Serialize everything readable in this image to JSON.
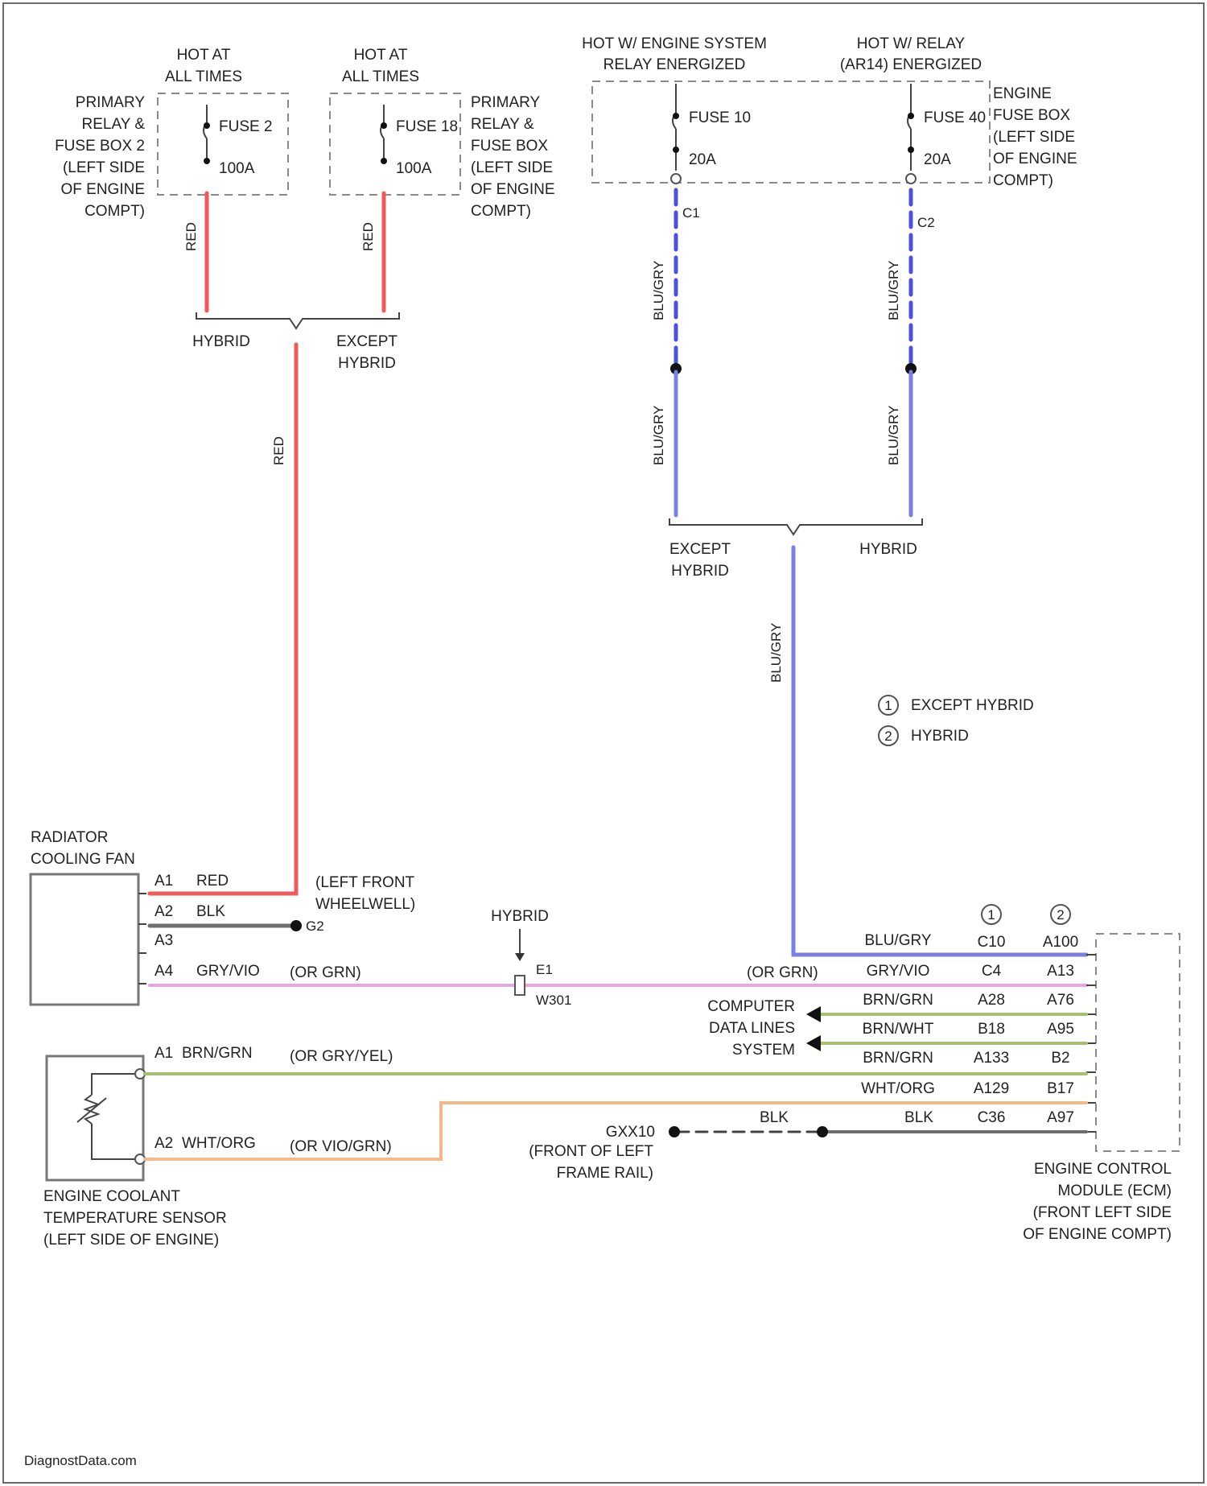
{
  "colors": {
    "red_wire": "#f05a5a",
    "blue_wire": "#7a80e6",
    "gray_wire": "#6e6e6e",
    "pink_wire": "#e6a6e0",
    "green_wire": "#a6c070",
    "orange_wire": "#f2b98c",
    "black_wire": "#444444"
  },
  "fuse_box_left": {
    "hot_label_1": "HOT AT",
    "hot_label_2": "ALL TIMES",
    "fuse_name": "FUSE 2",
    "fuse_rating": "100A",
    "box_lines": [
      "PRIMARY",
      "RELAY &",
      "FUSE BOX 2",
      "(LEFT SIDE",
      "OF ENGINE",
      "COMPT)"
    ],
    "wire_color": "RED"
  },
  "fuse_box_mid": {
    "hot_label_1": "HOT AT",
    "hot_label_2": "ALL TIMES",
    "fuse_name": "FUSE 18",
    "fuse_rating": "100A",
    "box_lines": [
      "PRIMARY",
      "RELAY &",
      "FUSE BOX",
      "(LEFT SIDE",
      "OF ENGINE",
      "COMPT)"
    ],
    "wire_color": "RED"
  },
  "red_branch": {
    "left_label": "HYBRID",
    "right_label_1": "EXCEPT",
    "right_label_2": "HYBRID",
    "trunk_color": "RED"
  },
  "engine_fuse_box": {
    "hot_a_1": "HOT W/ ENGINE SYSTEM",
    "hot_a_2": "RELAY ENERGIZED",
    "hot_b_1": "HOT W/ RELAY",
    "hot_b_2": "(AR14) ENERGIZED",
    "fuse_a_name": "FUSE 10",
    "fuse_a_rating": "20A",
    "fuse_b_name": "FUSE 40",
    "fuse_b_rating": "20A",
    "box_lines": [
      "ENGINE",
      "FUSE BOX",
      "(LEFT SIDE",
      "OF ENGINE",
      "COMPT)"
    ],
    "connector_a": "C1",
    "connector_b": "C2",
    "wire_color": "BLU/GRY"
  },
  "blue_branch": {
    "left_label_1": "EXCEPT",
    "left_label_2": "HYBRID",
    "right_label": "HYBRID",
    "trunk_color": "BLU/GRY"
  },
  "legend": [
    {
      "mark": "1",
      "label": "EXCEPT HYBRID"
    },
    {
      "mark": "2",
      "label": "HYBRID"
    }
  ],
  "fan": {
    "title_1": "RADIATOR",
    "title_2": "COOLING FAN",
    "pins": [
      "A1",
      "A2",
      "A3",
      "A4"
    ],
    "wire_a1": "RED",
    "wire_a2": "BLK",
    "wire_a4": "GRY/VIO",
    "ground_1": "(LEFT FRONT",
    "ground_2": "WHEELWELL)",
    "ground_id": "G2",
    "alt_color_a4": "(OR GRN)"
  },
  "splice": {
    "hybrid_label": "HYBRID",
    "pin": "E1",
    "connector": "W301",
    "alt_color": "(OR GRN)"
  },
  "ecm": {
    "header_marks": [
      "1",
      "2"
    ],
    "header_conns": [
      "C10",
      "A100"
    ],
    "rows": [
      {
        "color": "BLU/GRY",
        "c1": "",
        "c2": ""
      },
      {
        "color": "GRY/VIO",
        "c1": "C4",
        "c2": "A13"
      },
      {
        "color": "BRN/GRN",
        "c1": "A28",
        "c2": "A76"
      },
      {
        "color": "BRN/WHT",
        "c1": "B18",
        "c2": "A95"
      },
      {
        "color": "BRN/GRN",
        "c1": "A133",
        "c2": "B2"
      },
      {
        "color": "WHT/ORG",
        "c1": "A129",
        "c2": "B17"
      },
      {
        "color": "BLK",
        "c1": "C36",
        "c2": "A97"
      }
    ],
    "data_lines_1": "COMPUTER",
    "data_lines_2": "DATA LINES",
    "data_lines_3": "SYSTEM",
    "box_lines": [
      "ENGINE CONTROL",
      "MODULE (ECM)",
      "(FRONT LEFT SIDE",
      "OF ENGINE COMPT)"
    ]
  },
  "sensor": {
    "pin_a1": "A1",
    "wire_a1": "BRN/GRN",
    "alt_a1": "(OR GRY/YEL)",
    "pin_a2": "A2",
    "wire_a2": "WHT/ORG",
    "alt_a2": "(OR VIO/GRN)",
    "title_lines": [
      "ENGINE COOLANT",
      "TEMPERATURE SENSOR",
      "(LEFT SIDE OF ENGINE)"
    ]
  },
  "ground2": {
    "id": "GXX10",
    "line_1": "(FRONT OF LEFT",
    "line_2": "FRAME RAIL)",
    "wire_left": "BLK",
    "wire_right": "BLK"
  },
  "watermark": "DiagnostData.com"
}
